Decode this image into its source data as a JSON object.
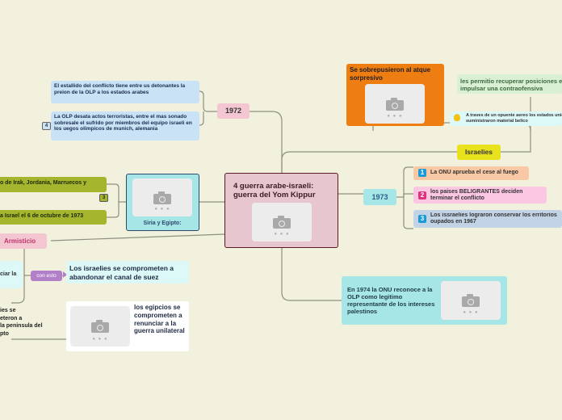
{
  "central": {
    "title": "4 guerra arabe-israeli: guerra del Yom Kippur"
  },
  "right": {
    "year_1973": "1973",
    "items": [
      {
        "num": "1",
        "text": "La ONU aprueba el cese al fuego"
      },
      {
        "num": "2",
        "text": "los paises BELIGRANTES deciden terminar el conflicto"
      },
      {
        "num": "3",
        "text": "Los issraelies lograron conservar los erritorios oupados en 1967"
      }
    ],
    "israelies": "Israelies",
    "sorpresivo": "Se sobrepusieron al atque sorpresivo",
    "contraofensiva": "les permitio recuperar posiciones e impulsar una contraofensiva",
    "puente_aereo": "A traves de un opuente aereo los estados unidos les suministraron material belico",
    "onu": "En 1974 la ONU reconoce a la OLP como legitimo representante de los intereses palestinos"
  },
  "left": {
    "year_1972": "1972",
    "estallido": "El estallido del conflicto tiene entre us detonantes la preion de la OLP a los estados arabes",
    "olp": "La OLP desata actos terroristas, entre  el mas sonado sobresale el sufrido por miembros del equipo israeli en los uegos olimpicos de munich, alemania",
    "olp_badge": "4",
    "siria": "Siria y Egipto:",
    "irak": "o de Irak, Jordania, Marruecos y",
    "irak_badge": "3",
    "ataque": "a Israel el 6 de octubre de 1973",
    "armisticio": "Armisticio",
    "ciar": "ciar la",
    "con_esto": "con esto",
    "canal": "Los israelies se comprometen a abandonar el canal de suez",
    "peninsula": "ies se\neteron a\nla peninsula del\npto",
    "egipcios": "los egipcios se comprometen a renunciar a la guerra unilateral"
  },
  "colors": {
    "background": "#f1f1dd",
    "central_fill": "#e8c6cf",
    "central_border": "#5a1a24",
    "year_pink": "#f4c6d1",
    "blue_box": "#c9e2f6",
    "olive": "#a5b52d",
    "teal": "#a6e6e6",
    "orange": "#ef7e12",
    "yellow": "#e8e21d",
    "green_light": "#d9f0d4",
    "peach": "#f9c9a5",
    "pink": "#fbc7e3",
    "blue_grey": "#c2d3e6",
    "purple_tag": "#b280c9",
    "light_cyan": "#dcf8f7",
    "line": "#8f8f83"
  }
}
